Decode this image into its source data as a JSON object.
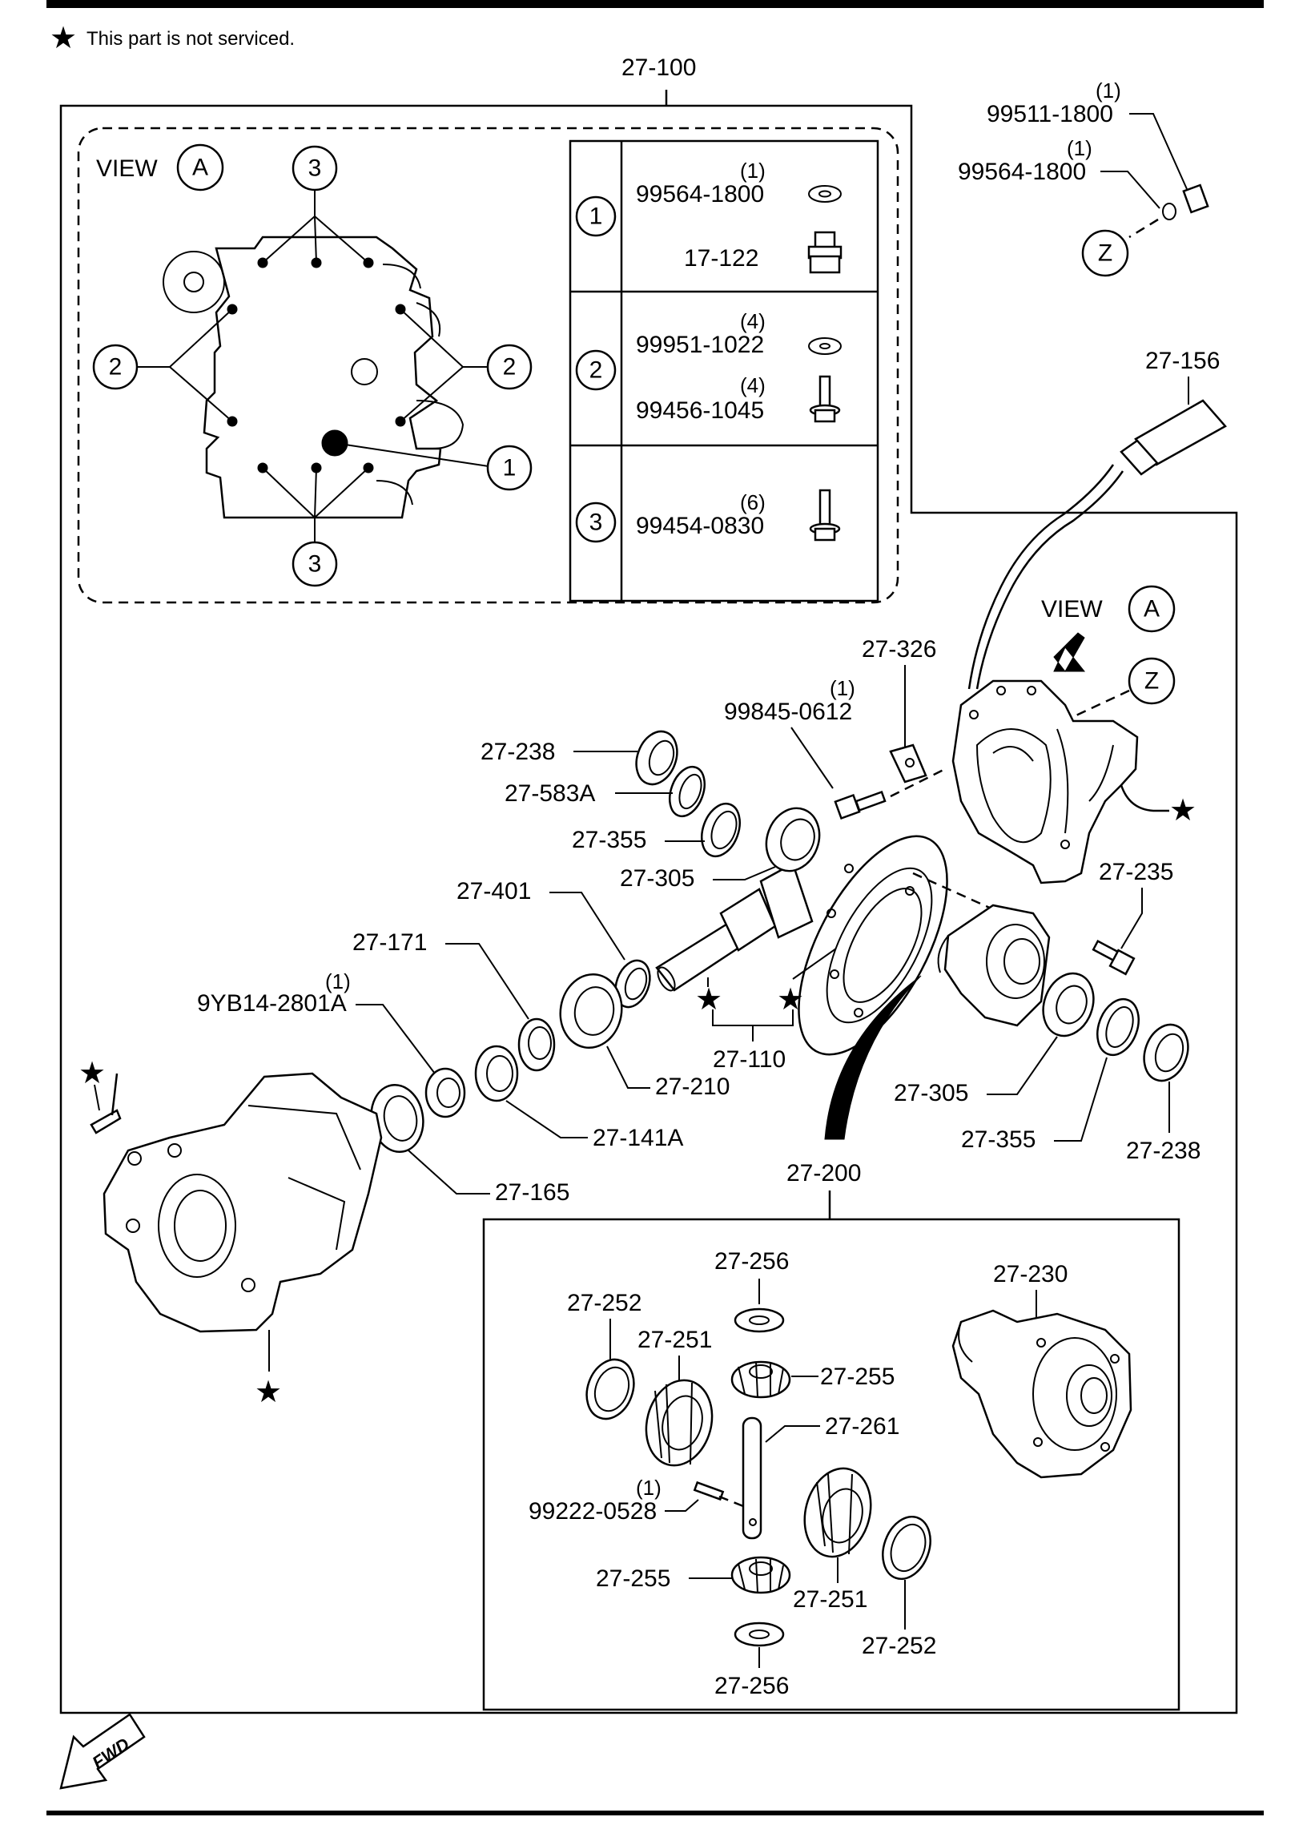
{
  "legend": {
    "symbol": "★",
    "text": "This part is not serviced."
  },
  "star": "★",
  "assembly_main": "27-100",
  "view_a": {
    "label": "VIEW",
    "letter": "A"
  },
  "view_z": "Z",
  "callouts": {
    "one": "1",
    "two": "2",
    "three": "3"
  },
  "fastener_table": {
    "row1": {
      "qty_a": "(1)",
      "part_a": "99564-1800",
      "part_b": "17-122"
    },
    "row2": {
      "qty_a": "(4)",
      "part_a": "99951-1022",
      "qty_b": "(4)",
      "part_b": "99456-1045"
    },
    "row3": {
      "qty_a": "(6)",
      "part_a": "99454-0830"
    }
  },
  "drain_plug": {
    "qty_a": "(1)",
    "part_a": "99511-1800",
    "qty_b": "(1)",
    "part_b": "99564-1800"
  },
  "parts": {
    "p27_156": "27-156",
    "p27_326": "27-326",
    "p99845_qty": "(1)",
    "p99845": "99845-0612",
    "p27_238_a": "27-238",
    "p27_583a": "27-583A",
    "p27_355_a": "27-355",
    "p27_305_a": "27-305",
    "p27_401": "27-401",
    "p27_171": "27-171",
    "p9yb_qty": "(1)",
    "p9yb": "9YB14-2801A",
    "p27_210": "27-210",
    "p27_110": "27-110",
    "p27_141a": "27-141A",
    "p27_165": "27-165",
    "p27_235": "27-235",
    "p27_305_b": "27-305",
    "p27_355_b": "27-355",
    "p27_238_b": "27-238",
    "p27_200": "27-200"
  },
  "diff_parts": {
    "p27_256_a": "27-256",
    "p27_252_a": "27-252",
    "p27_251_a": "27-251",
    "p27_255_a": "27-255",
    "p27_230": "27-230",
    "p27_261": "27-261",
    "p99222_qty": "(1)",
    "p99222": "99222-0528",
    "p27_255_b": "27-255",
    "p27_251_b": "27-251",
    "p27_252_b": "27-252",
    "p27_256_b": "27-256"
  },
  "fwd": "FWD"
}
